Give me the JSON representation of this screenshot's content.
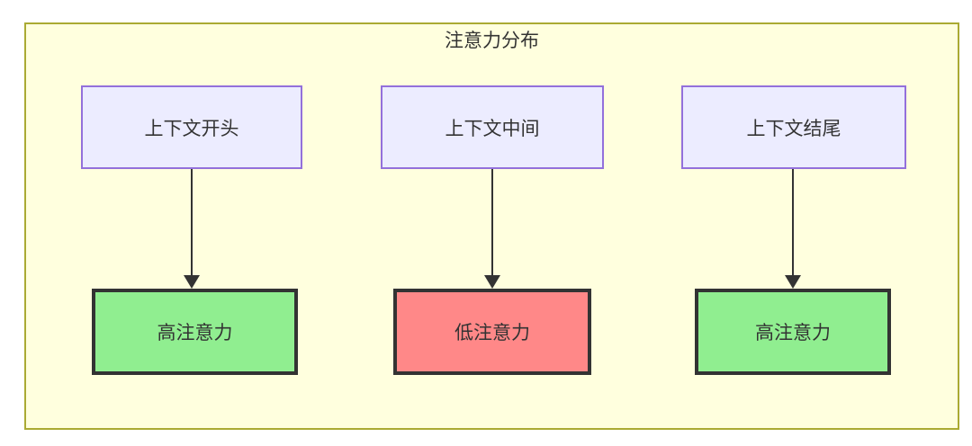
{
  "diagram": {
    "title": "注意力分布",
    "columns": [
      {
        "source": "上下文开头",
        "target": "高注意力",
        "target_level": "high"
      },
      {
        "source": "上下文中间",
        "target": "低注意力",
        "target_level": "low"
      },
      {
        "source": "上下文结尾",
        "target": "高注意力",
        "target_level": "high"
      }
    ],
    "colors": {
      "cluster_fill": "#ffffde",
      "cluster_border": "#aaaa33",
      "source_fill": "#ECECFF",
      "source_border": "#9370DB",
      "high_fill": "#90EE90",
      "low_fill": "#FF8888",
      "target_border": "#333333",
      "arrow": "#333333",
      "text": "#333333"
    }
  }
}
